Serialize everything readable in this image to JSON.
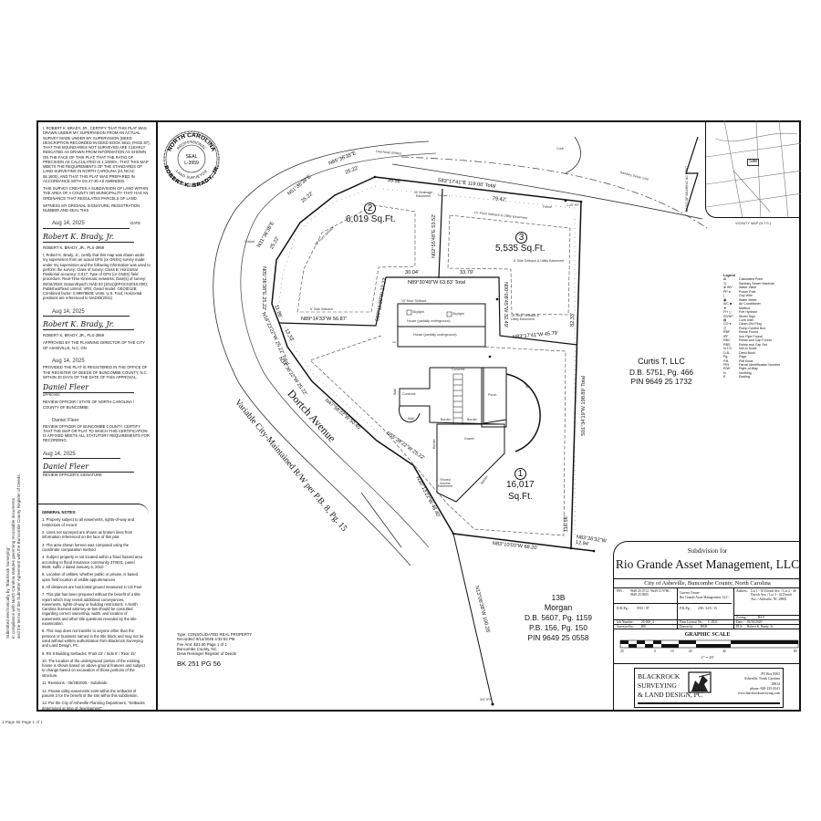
{
  "certification": {
    "surveyor_cert": "I, Robert K. Brady, Jr., certify that this plat was drawn under my supervision from an actual survey made under my supervision (deed description recorded in Deed Book 5913, Page 87); that the boundaries not surveyed are clearly indicated as drawn from information as shown on the face of this plat; that the ratio of precision as calculated is 1:10000+; that this map meets the requirements of the Standards of Land Surveying in North Carolina (21 NCAC 56.1600); and that this plat was prepared in accordance with GS 47-30 as amended.",
    "subdivision_statement": "This survey creates a subdivision of land within the area of a county or municipality that has an ordinance that regulates parcels of land.",
    "witness": "Witness my original signature, registration number and seal this",
    "date_1": "Aug 14, 2025",
    "date_label": "DATE",
    "signature_1": "Robert K. Brady, Jr.",
    "surveyor_name": "ROBERT K. BRADY, JR., PLS-3959",
    "gps_cert": "I, Robert K. Brady, Jr., certify that this map was drawn under my supervision from an actual GPS (or GNSS) survey made under my supervision and the following information was used to perform the survey: Class of survey: Class B; Horizontal Positional accuracy: 0.017; Type of GPS (or GNSS) field procedure: Real-Time Kinematic networks; Date(s) of survey: 06/16/2020; Datum/Epoch: NAD 83 (2011)(EPOCH2010.000); Published/fixed control: VRS; Geoid model: GEOID12B; Combined factor: 0.99979508; Units: U.S. Foot; Horizontal positions are referenced to NAD83(2011)",
    "date_2": "Aug 14, 2025",
    "signature_2": "Robert K. Brady, Jr.",
    "surveyor_name_2": "ROBERT K. BRADY, JR., PLS-3959",
    "planning_approval": "Approved by the Planning Director of the City of Asheville, N.C. on",
    "date_3": "Aug 14, 2025",
    "provided": "Provided the plat is registered in the office of the Register of Deeds of Buncombe County, N.C. within 30 days of the date of this approval.",
    "signature_3": "Daniel Fleer",
    "approved_label": "APPROVED",
    "review_officer_header": "Review Officer / State of North Carolina / County of Buncombe",
    "review_officer_name": "Daniel Fleer",
    "review_cert": "Review Officer of Buncombe County, certify that the map or plat to which this certification is affixed meets all statutory requirements for recording.",
    "date_4": "Aug 14, 2025",
    "signature_4": "Daniel Fleer",
    "review_sig_label": "REVIEW OFFICER'S SIGNATURE"
  },
  "seal": {
    "top": "NORTH CAROLINA",
    "middle": "PROFESSIONAL",
    "seal": "SEAL",
    "number": "L-3959",
    "bottom": "LAND SURVEYOR",
    "name": "ROBERT K. BRADY, JR."
  },
  "general_notes": {
    "title": "GENERAL NOTES:",
    "items": [
      "1. Property subject to all easements, rights-of-way and restrictions of record",
      "2. Lines not surveyed are shown as broken lines from information referenced on the face of this plat.",
      "3. The area shown hereon was computed using the coordinate computation method",
      "4. Subject property is not located within a flood hazard area according to flood insurance community 370031, panel 9649, suffix J dated January 6, 2010",
      "5. Location of utilities, whether public or private, is based upon field location of visible appurtenances",
      "6. All distances are horizontal ground measured in US Feet",
      "7. This plat has been prepared without the benefit of a title report which may reveal additional conveyances, easements, rights-of-way or building restrictions. A North Carolina licensed attorney-at-law should be consulted regarding correct ownership, width, and location of easements and other title questions revealed by the title examination.",
      "8. This map does not transfer to anyone other than the persons or business named in the title block and may not be used without written authorization from Blackrock Surveying and Land Design, PC.",
      "9. RS 8 Building Setbacks: Front 15' / Side 6' / Rear 15'",
      "10. The location of the underground portion of the existing house is shown based on above ground features and subject to change based on excavation of those portions of the structure.",
      "11. Revisions - 05/28/2025 - Subdivide",
      "12. Private utility easements exist within the setbacks of parcels 3 for the benefit of the lots within this subdivision.",
      "13. Per the City of Asheville Planning Department, \"Setbacks determined at time of development\"."
    ]
  },
  "submission_note": [
    "Submitted electronically by \"Blackrock Surveying\"",
    "in compliance with North Carolina statutes governing recordable documents",
    "and the terms of the Submitter Agreement with the Buncombe County Register of Deeds."
  ],
  "footer": "1 Page 56    Page 1 of 1",
  "recording": {
    "type": "Type: CONSOLIDATED REAL PROPERTY",
    "recorded": "Recorded: 8/14/2025 4:32:02 PM",
    "fee": "Fee Amt: $21.00 Page 1 of 1",
    "county": "Buncombe County, NC",
    "register": "Drew Reisinger Register of Deeds",
    "book": "BK 251 PG 56"
  },
  "plat": {
    "road_name": "Dortch Avenue",
    "road_row": "Variable City-Maintained R/W per P.B. 8, Pg. 15",
    "lots": [
      {
        "number": "1",
        "area": "16,017",
        "unit": "Sq.Ft."
      },
      {
        "number": "2",
        "area": "6,019 Sq.Ft."
      },
      {
        "number": "3",
        "area": "5,535 Sq.Ft."
      }
    ],
    "bearings": {
      "n65": "N65°36'38\"E",
      "n65d": "25.22'",
      "n51": "N51°36'38\"E",
      "n51d": "25.22'",
      "n31": "N31°36'38\"E",
      "n31d": "25.22'",
      "n05": "N05°36'38\"E 25.22'",
      "d1186": "11.86'",
      "n18": "N18°23'22\"W 25.22' Total",
      "d1333": "13.33'",
      "n34": "N34°36'22\"W 25.22'",
      "n47": "N47°58'22\"W 50.45'",
      "n55": "N55°38'22\"W 25.22'",
      "n30": "N30°13'22\"W 48.40'",
      "n83b": "N83°10'03\"W 68.20'",
      "n83c": "N83°26'32\"W 12.94'",
      "s01": "S01°34'19\"W 198.89' Total",
      "d11656": "116.56'",
      "d8233": "82.33'",
      "n83a": "N83°17'41\"W 45.79'",
      "n00": "N00°08'45\"W 32.49'",
      "d3379": "33.79'",
      "d3004": "30.04'",
      "n89a": "N89°30'49\"W 63.83' Total",
      "s09": "S09°11'20\"W 27.23'",
      "n89b": "N89°14'33\"W 56.87'",
      "n02": "N02°55'48\"E 53.52'",
      "d3958": "39.58'",
      "s83": "S83°17'41\"E 119.00' Total",
      "d7942": "79.42'",
      "n13": "N13°06'38\"W 100.26'",
      "d125": "1.25' PP"
    },
    "features": {
      "curb": "Curb",
      "overhead": "Overhead Utilities",
      "sewer": "Sanitary Sewer Line",
      "fence": "Fence",
      "drainage": "10' Drainage Easement",
      "front_setback": "15' Front Setback",
      "front_utility": "15' Front Setback & Utility Easement",
      "side_setback": "6' Side Setback",
      "side_utility": "6' Side Setback & Utility Easement",
      "rear_setback": "15' Rear Setback",
      "rear_utility": "15' Rear Setback & Utility Easement",
      "rear_setback_2": "15' Rear Setback",
      "skylight": "Skylight",
      "house": "House (partially underground)",
      "concrete": "Concrete",
      "porch": "Porch",
      "gravel": "Gravel",
      "border": "Border",
      "wall": "Wall",
      "shored": "Shored Access Easement",
      "culvert": "Culvert",
      "ipf": "3/4\" IPF",
      "rbs": "RBS",
      "rbc": "RBC",
      "co": "CO"
    },
    "neighbors": [
      {
        "name": "Curtis T, LLC",
        "deed": "D.B. 5751, Pg. 466",
        "pin": "PIN 9649 25 1732"
      },
      {
        "lot": "13B",
        "name": "Morgan",
        "deed": "D.B. 5607, Pg. 1159",
        "plat": "P.B. 156, Pg. 150",
        "pin": "PIN 9649 25 0558"
      }
    ]
  },
  "vicinity": {
    "site": "Site",
    "title": "VICINITY MAP (N.T.S.)",
    "basis": "BASIS OF BEARING NC GRID"
  },
  "legend": {
    "title": "Legend",
    "items": [
      {
        "sym": "⊠",
        "text": "Calculated Point"
      },
      {
        "sym": "Ⓢ",
        "text": "Sanitary Sewer Manhole"
      },
      {
        "sym": "⊗ WV",
        "text": "Water Valve"
      },
      {
        "sym": "PP ●",
        "text": "Power Pole"
      },
      {
        "sym": "(",
        "text": "Guy Wire"
      },
      {
        "sym": "▣",
        "text": "Water Meter"
      },
      {
        "sym": "A/C ■",
        "text": "Air Conditioner"
      },
      {
        "sym": "▼",
        "text": "Mailbox"
      },
      {
        "sym": "FH ◻",
        "text": "Fire Hydrant"
      },
      {
        "sym": "SS/SP",
        "text": "Street Sign"
      },
      {
        "sym": "▤",
        "text": "Curb Inlet"
      },
      {
        "sym": "CO ●",
        "text": "Clean-Out Plug"
      },
      {
        "sym": "◫",
        "text": "Pump Control Box"
      },
      {
        "sym": "RBF",
        "text": "Rebar Found"
      },
      {
        "sym": "IPF",
        "text": "Iron Pipe Found"
      },
      {
        "sym": "RBC",
        "text": "Rebar and Cap Found"
      },
      {
        "sym": "RBS",
        "text": "Rebar and Cap Set"
      },
      {
        "sym": "N.T.S.",
        "text": "Not to Scale"
      },
      {
        "sym": "D.B.",
        "text": "Deed Book"
      },
      {
        "sym": "Pg.",
        "text": "Page"
      },
      {
        "sym": "P.B.",
        "text": "Plat Book"
      },
      {
        "sym": "PIN",
        "text": "Parcel Identification Number"
      },
      {
        "sym": "R/W",
        "text": "Right-of-Way"
      },
      {
        "sym": "N",
        "text": "Northing"
      },
      {
        "sym": "E",
        "text": "Easting"
      }
    ]
  },
  "title_block": {
    "subtitle": "Subdivision for",
    "title": "Rio Grande Asset Management, LLC",
    "location": "City of Asheville, Buncombe County, North Carolina",
    "pin_label": "PIN :",
    "pins": "9649 25 0712 / 9649 15 9786 / 9649 25 0605",
    "owner_label": "Current Owner:",
    "owner": "Rio Grande Asset Management, LLC",
    "address_label": "Address:",
    "address": "Lot 1 - 50 Dortch Ave. / Lot 2 - 46 Dortch Ave. / Lot 3 - 42 Dortch Ave. / Asheville, NC 28801",
    "db_label": "D.B./Pg.:",
    "db": "5913 / 87",
    "pb_label": "P.B./Pg.:",
    "pb": "238 / 34  8 / 15",
    "zoning_label": "Zoning:",
    "zoning": "RS 8",
    "job_label": "Job Number:",
    "job": "25-065_4",
    "license_label": "Firm License No.:",
    "license": "C-2921",
    "date_label": "Date:",
    "date": "06/16/2020",
    "surveyed_label": "Surveyed by:",
    "surveyed": "RB",
    "drawn_label": "Drawn by:",
    "drawn": "RKB",
    "pls_label": "PLS:",
    "pls": "Robert K. Brady, Jr.",
    "scale_title": "GRAPHIC SCALE",
    "scale_ticks": [
      "20",
      "0",
      "10",
      "20",
      "40",
      "80"
    ],
    "scale_text": "1\" = 20'",
    "company": [
      "BLACKROCK",
      "SURVEYING",
      "& LAND DESIGN, PC"
    ],
    "contact": [
      "PO Box 8302",
      "Asheville, North Carolina",
      "28814",
      "phone: 828-225-4341",
      "www.blackrocksurveying.com"
    ]
  }
}
